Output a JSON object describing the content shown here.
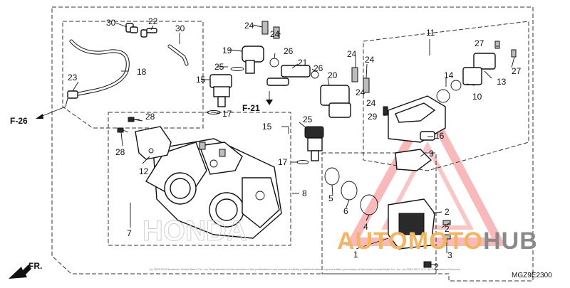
{
  "diagram_code": "MGZ9E2300",
  "references": {
    "f26": "F-26",
    "f21": "F-21",
    "front": "FR."
  },
  "watermark": {
    "auto": "AUTO",
    "moto": "MOTO",
    "hub": "HUB"
  },
  "copyright": "(c) 2003-2018 American Honda Motor Co., Inc. Reproduction of the contents of this publication in any manner is strictly prohibited without express written permission of American Honda Motor Co., Inc. (c) 2004-2017 LLC. All Publications Reserved.",
  "callouts": [
    "1",
    "2",
    "2",
    "2",
    "3",
    "4",
    "5",
    "6",
    "7",
    "8",
    "9",
    "10",
    "11",
    "12",
    "13",
    "14",
    "15",
    "15",
    "16",
    "17",
    "17",
    "18",
    "19",
    "20",
    "21",
    "22",
    "23",
    "24",
    "24",
    "24",
    "24",
    "24",
    "24",
    "25",
    "25",
    "26",
    "26",
    "27",
    "27",
    "28",
    "28",
    "29",
    "30",
    "30"
  ]
}
